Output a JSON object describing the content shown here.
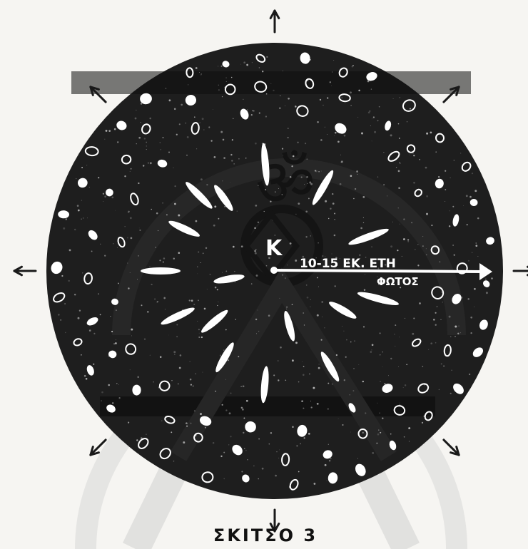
{
  "figure": {
    "center_label": "K",
    "radius_label": "10-15 ΕΚ. ΕΤΗ",
    "radius_sublabel": "ΦΩΤΟΣ",
    "caption": "ΣΚΙΤΣΟ 3",
    "watermark_glyph": "ॐ",
    "colors": {
      "background": "#f6f5f2",
      "disc": "#1e1e1e",
      "ink": "#ffffff",
      "arrow_ink": "#1a1a1a",
      "watermark": "#9a9a9a"
    }
  }
}
